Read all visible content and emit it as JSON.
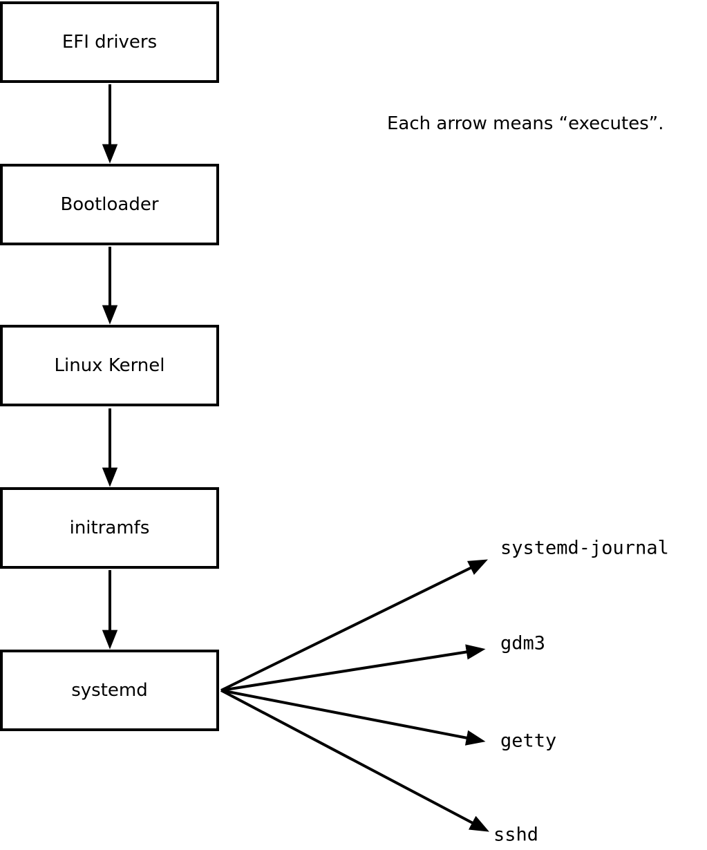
{
  "diagram": {
    "annotation": "Each arrow means “executes”.",
    "chain": [
      {
        "label": "EFI drivers"
      },
      {
        "label": "Bootloader"
      },
      {
        "label": "Linux Kernel"
      },
      {
        "label": "initramfs"
      },
      {
        "label": "systemd"
      }
    ],
    "services": [
      {
        "label": "systemd-journal"
      },
      {
        "label": "gdm3"
      },
      {
        "label": "getty"
      },
      {
        "label": "sshd"
      }
    ],
    "arrow_meaning": "executes",
    "colors": {
      "stroke": "#000000",
      "box_fill": "#ffffff",
      "background": "#ffffff"
    }
  }
}
